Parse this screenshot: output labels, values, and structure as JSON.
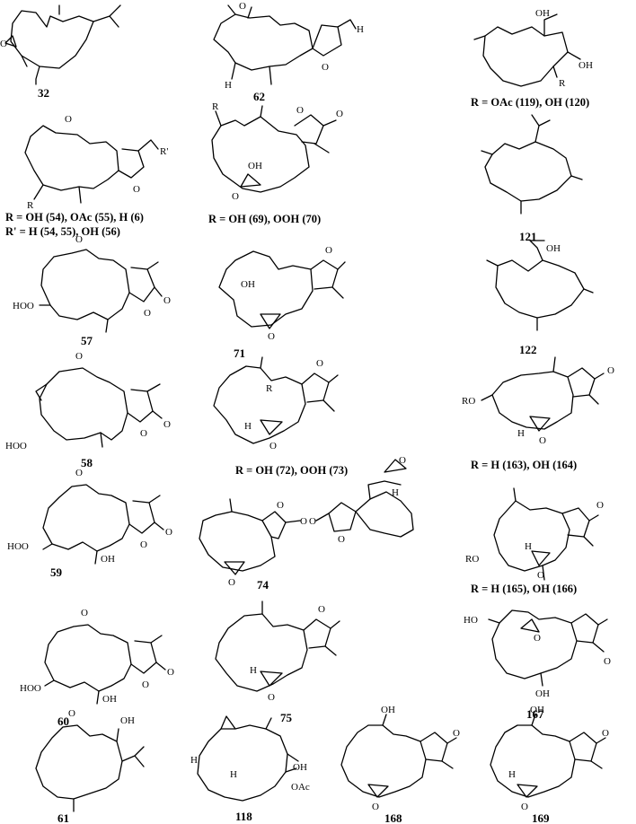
{
  "figure": {
    "compounds": [
      {
        "id": "32",
        "caption": ""
      },
      {
        "id": "62",
        "caption": ""
      },
      {
        "id": "119_120",
        "number": "",
        "caption": "R = OAc (119), OH (120)"
      },
      {
        "id": "54_56",
        "number": "",
        "caption": "R = OH (54), OAc (55), H (6)",
        "caption2": "R' = H (54, 55), OH (56)"
      },
      {
        "id": "69_70",
        "number": "",
        "caption": "R = OH (69), OOH (70)"
      },
      {
        "id": "121",
        "caption": ""
      },
      {
        "id": "57",
        "caption": ""
      },
      {
        "id": "71",
        "caption": ""
      },
      {
        "id": "122",
        "caption": ""
      },
      {
        "id": "58",
        "caption": ""
      },
      {
        "id": "72_73",
        "number": "",
        "caption": "R = OH (72), OOH (73)"
      },
      {
        "id": "163_164",
        "number": "",
        "caption": "R = H (163), OH (164)"
      },
      {
        "id": "59",
        "caption": ""
      },
      {
        "id": "74",
        "caption": ""
      },
      {
        "id": "165_166",
        "number": "",
        "caption": "R = H (165), OH (166)"
      },
      {
        "id": "60",
        "caption": ""
      },
      {
        "id": "75",
        "caption": ""
      },
      {
        "id": "167",
        "caption": ""
      },
      {
        "id": "61",
        "caption": ""
      },
      {
        "id": "118",
        "caption": ""
      },
      {
        "id": "168",
        "caption": ""
      },
      {
        "id": "169",
        "caption": ""
      }
    ],
    "labels": {
      "O": "O",
      "OH": "OH",
      "H": "H",
      "R": "R",
      "Rp": "R'",
      "HOO": "HOO",
      "HO": "HO",
      "RO": "RO",
      "OAc": "OAc"
    }
  }
}
